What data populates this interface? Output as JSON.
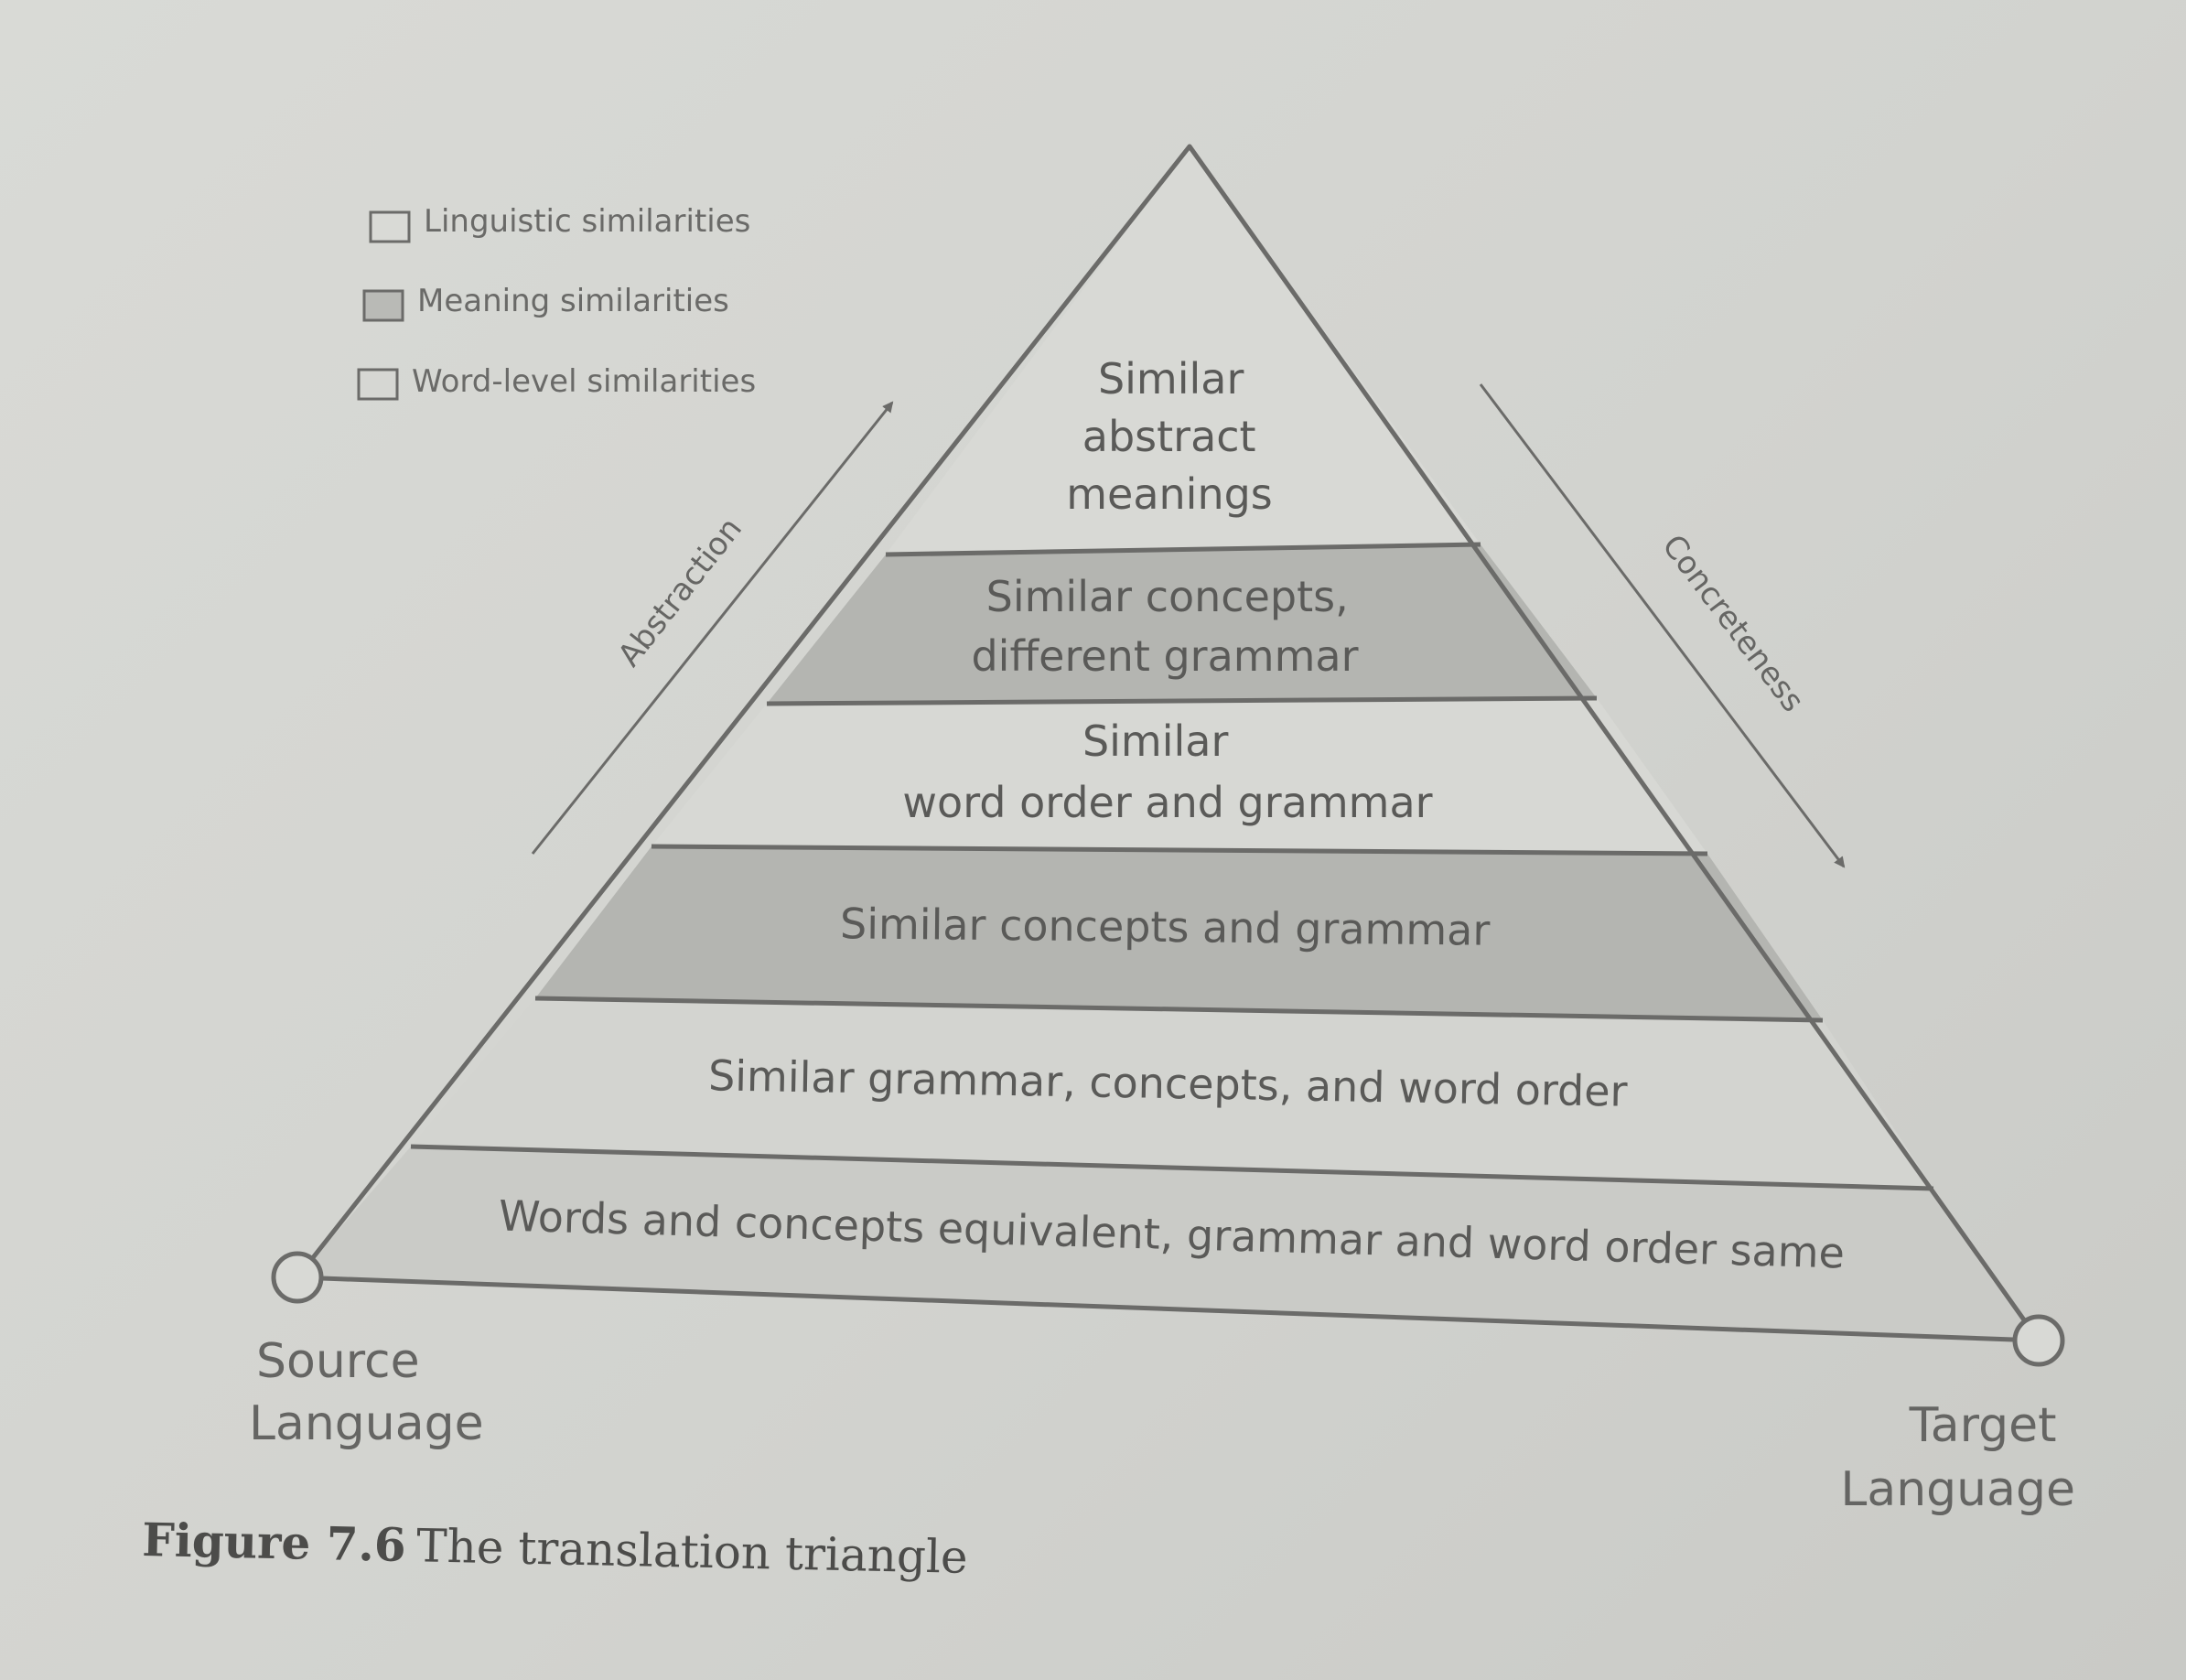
{
  "legend": [
    {
      "label": "Linguistic similarities",
      "fill": "#d9dad6"
    },
    {
      "label": "Meaning similarities",
      "fill": "#b9bab6"
    },
    {
      "label": "Word-level similarities",
      "fill": "#d6d7d3"
    }
  ],
  "bands": [
    {
      "lines": [
        "Similar",
        "abstract",
        "meanings"
      ],
      "fill": "#d8d9d5"
    },
    {
      "lines": [
        "Similar concepts,",
        "different grammar"
      ],
      "fill": "#b4b5b1"
    },
    {
      "lines": [
        "Similar",
        "word order and grammar"
      ],
      "fill": "#d7d8d4"
    },
    {
      "lines": [
        "Similar concepts and grammar"
      ],
      "fill": "#b4b5b1"
    },
    {
      "lines": [
        "Similar grammar, concepts, and word order"
      ],
      "fill": "#d3d4d0"
    },
    {
      "lines": [
        "Words and concepts equivalent, grammar and word order same"
      ],
      "fill": "#cacbc7"
    }
  ],
  "axis": {
    "left_label": "Abstraction",
    "right_label": "Concreteness"
  },
  "source": {
    "line1": "Source",
    "line2": "Language"
  },
  "target": {
    "line1": "Target",
    "line2": "Language"
  },
  "caption": {
    "number": "Figure 7.6",
    "title": "The translation triangle"
  },
  "colors": {
    "stroke": "#6b6b69",
    "text": "#5a5a58"
  }
}
